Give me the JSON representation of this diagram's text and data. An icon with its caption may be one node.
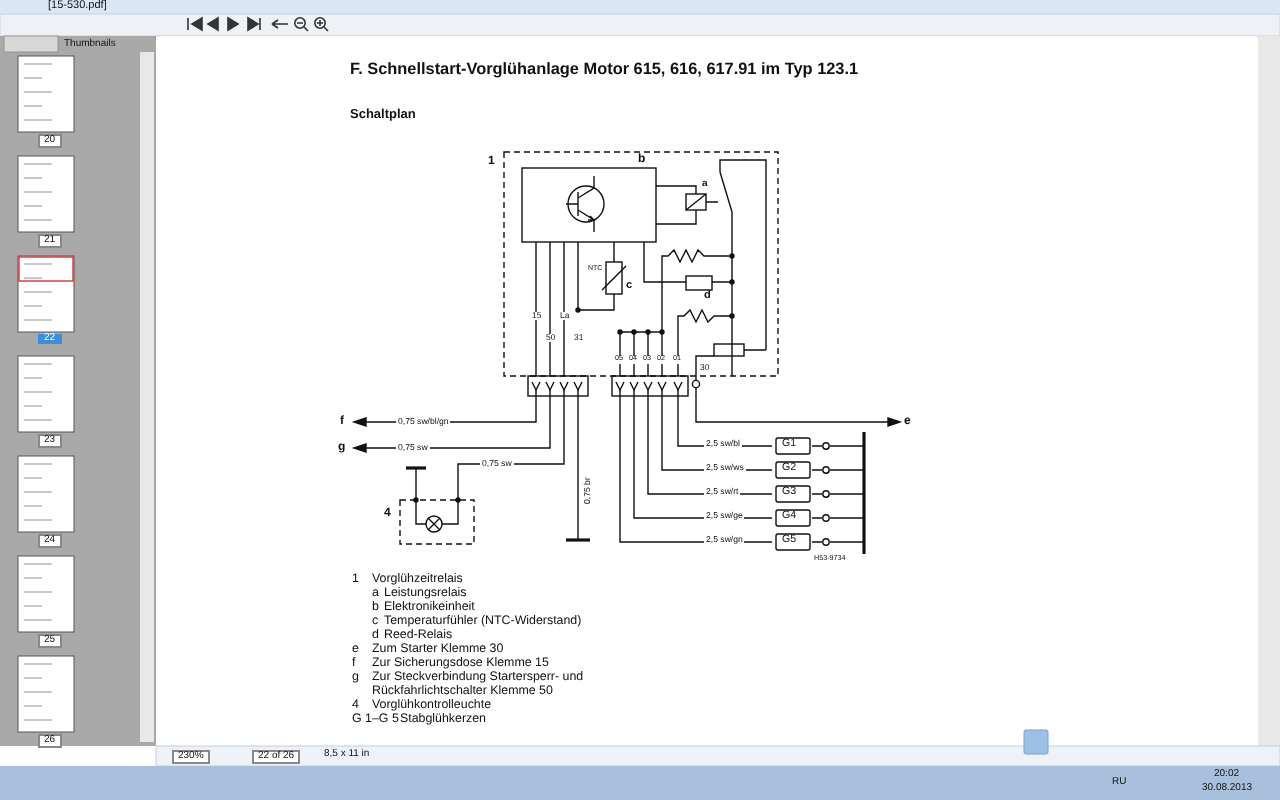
{
  "diagram": {
    "title": "F. Schnellstart-Vorglühanlage Motor 615, 616, 617.91 im Typ 123.1",
    "labels": [
      "[15-530.pdf]",
      "Thumbnails",
      "20",
      "21",
      "22",
      "23",
      "24",
      "25",
      "26",
      "230%",
      "22 of 26",
      "8,5 x 11 in",
      "RU",
      "20:02",
      "30.08.2013",
      "Schaltplan",
      "1",
      "b",
      "a",
      "NTC",
      "c",
      "d",
      "15",
      "50",
      "La",
      "31",
      "05",
      "04",
      "03",
      "02",
      "01",
      "30",
      "f",
      "0,75 sw/bl/gn",
      "g",
      "0,75 sw",
      "0,75 sw",
      "4",
      "0,75 br",
      "e",
      "2,5 sw/bl",
      "G1",
      "2,5 sw/ws",
      "G2",
      "2,5 sw/rt",
      "G3",
      "2,5 sw/ge",
      "G4",
      "2,5 sw/gn",
      "G5",
      "H53-9734",
      "1",
      "Vorglühzeitrelais",
      "a",
      "Leistungsrelais",
      "b",
      "Elektronikeinheit",
      "c",
      "Temperaturfühler (NTC-Widerstand)",
      "d",
      "Reed-Relais",
      "e",
      "Zum Starter Klemme 30",
      "f",
      "Zur Sicherungsdose Klemme 15",
      "g",
      "Zur Steckverbindung Startersperr- und Rückfahrlichtschalter Klemme 50",
      "4",
      "Vorglühkontrolleuchte",
      "G 1–G 5",
      "Stabglühkerzen"
    ]
  }
}
